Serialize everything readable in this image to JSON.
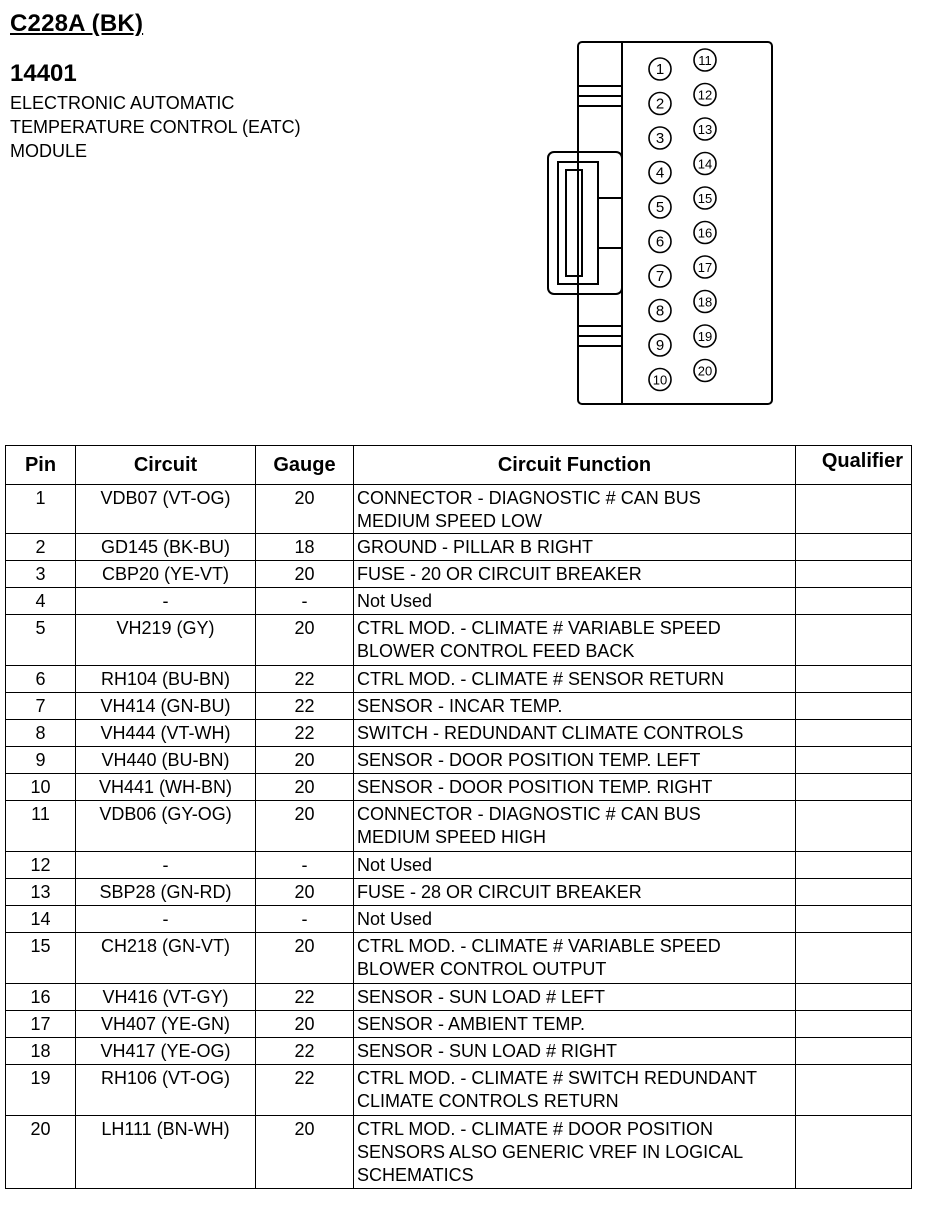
{
  "header": {
    "connector_title": "C228A (BK)",
    "part_number": "14401",
    "description_lines": [
      "ELECTRONIC AUTOMATIC",
      "TEMPERATURE CONTROL (EATC)",
      "MODULE"
    ]
  },
  "diagram": {
    "pins_left": [
      "1",
      "2",
      "3",
      "4",
      "5",
      "6",
      "7",
      "8",
      "9",
      "10"
    ],
    "pins_right": [
      "11",
      "12",
      "13",
      "14",
      "15",
      "16",
      "17",
      "18",
      "19",
      "20"
    ]
  },
  "table": {
    "headers": {
      "pin": "Pin",
      "circuit": "Circuit",
      "gauge": "Gauge",
      "function": "Circuit Function",
      "qualifier": "Qualifier"
    },
    "rows": [
      {
        "pin": "1",
        "circuit": "VDB07 (VT-OG)",
        "gauge": "20",
        "function": [
          "CONNECTOR - DIAGNOSTIC # CAN BUS",
          "MEDIUM SPEED LOW"
        ],
        "qualifier": ""
      },
      {
        "pin": "2",
        "circuit": "GD145 (BK-BU)",
        "gauge": "18",
        "function": [
          "GROUND - PILLAR B RIGHT"
        ],
        "qualifier": ""
      },
      {
        "pin": "3",
        "circuit": "CBP20 (YE-VT)",
        "gauge": "20",
        "function": [
          "FUSE - 20 OR CIRCUIT BREAKER"
        ],
        "qualifier": ""
      },
      {
        "pin": "4",
        "circuit": "-",
        "gauge": "-",
        "function": [
          "Not Used"
        ],
        "qualifier": ""
      },
      {
        "pin": "5",
        "circuit": "VH219 (GY)",
        "gauge": "20",
        "function": [
          "CTRL MOD. - CLIMATE # VARIABLE SPEED",
          "BLOWER CONTROL FEED BACK"
        ],
        "qualifier": ""
      },
      {
        "pin": "6",
        "circuit": "RH104 (BU-BN)",
        "gauge": "22",
        "function": [
          "CTRL MOD. - CLIMATE # SENSOR RETURN"
        ],
        "qualifier": ""
      },
      {
        "pin": "7",
        "circuit": "VH414 (GN-BU)",
        "gauge": "22",
        "function": [
          "SENSOR - INCAR TEMP."
        ],
        "qualifier": ""
      },
      {
        "pin": "8",
        "circuit": "VH444 (VT-WH)",
        "gauge": "22",
        "function": [
          "SWITCH - REDUNDANT CLIMATE CONTROLS"
        ],
        "qualifier": ""
      },
      {
        "pin": "9",
        "circuit": "VH440 (BU-BN)",
        "gauge": "20",
        "function": [
          "SENSOR - DOOR POSITION TEMP. LEFT"
        ],
        "qualifier": ""
      },
      {
        "pin": "10",
        "circuit": "VH441 (WH-BN)",
        "gauge": "20",
        "function": [
          "SENSOR - DOOR POSITION TEMP. RIGHT"
        ],
        "qualifier": ""
      },
      {
        "pin": "11",
        "circuit": "VDB06 (GY-OG)",
        "gauge": "20",
        "function": [
          "CONNECTOR - DIAGNOSTIC # CAN BUS",
          "MEDIUM SPEED HIGH"
        ],
        "qualifier": ""
      },
      {
        "pin": "12",
        "circuit": "-",
        "gauge": "-",
        "function": [
          "Not Used"
        ],
        "qualifier": ""
      },
      {
        "pin": "13",
        "circuit": "SBP28 (GN-RD)",
        "gauge": "20",
        "function": [
          "FUSE - 28 OR CIRCUIT BREAKER"
        ],
        "qualifier": ""
      },
      {
        "pin": "14",
        "circuit": "-",
        "gauge": "-",
        "function": [
          "Not Used"
        ],
        "qualifier": ""
      },
      {
        "pin": "15",
        "circuit": "CH218 (GN-VT)",
        "gauge": "20",
        "function": [
          "CTRL MOD. - CLIMATE # VARIABLE SPEED",
          "BLOWER CONTROL OUTPUT"
        ],
        "qualifier": ""
      },
      {
        "pin": "16",
        "circuit": "VH416 (VT-GY)",
        "gauge": "22",
        "function": [
          "SENSOR - SUN LOAD # LEFT"
        ],
        "qualifier": ""
      },
      {
        "pin": "17",
        "circuit": "VH407 (YE-GN)",
        "gauge": "20",
        "function": [
          "SENSOR - AMBIENT TEMP."
        ],
        "qualifier": ""
      },
      {
        "pin": "18",
        "circuit": "VH417 (YE-OG)",
        "gauge": "22",
        "function": [
          "SENSOR - SUN LOAD # RIGHT"
        ],
        "qualifier": ""
      },
      {
        "pin": "19",
        "circuit": "RH106 (VT-OG)",
        "gauge": "22",
        "function": [
          "CTRL MOD. - CLIMATE # SWITCH REDUNDANT",
          "CLIMATE CONTROLS RETURN"
        ],
        "qualifier": ""
      },
      {
        "pin": "20",
        "circuit": "LH111 (BN-WH)",
        "gauge": "20",
        "function": [
          "CTRL MOD. - CLIMATE # DOOR POSITION",
          "SENSORS ALSO GENERIC VREF IN LOGICAL",
          "SCHEMATICS"
        ],
        "qualifier": ""
      }
    ]
  }
}
